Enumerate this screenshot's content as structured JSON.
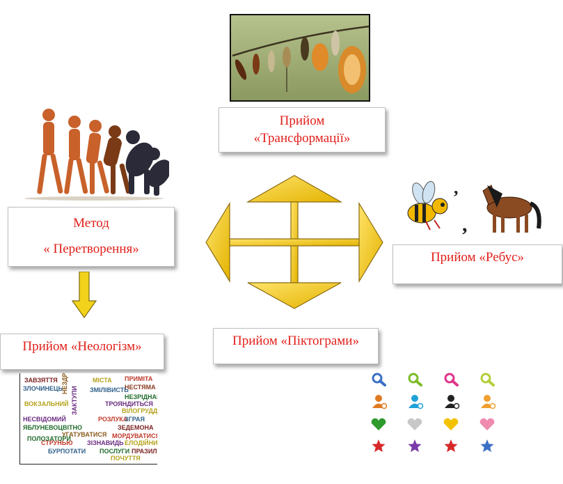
{
  "nodes": {
    "transformation": {
      "line1": "Прийом",
      "line2": "«Трансформації»"
    },
    "conversion": {
      "line1": "Метод",
      "line2": "« Перетворення»"
    },
    "rebus": {
      "label": "Прийом «Ребус»"
    },
    "neologism": {
      "label": "Прийом «Неологізм»"
    },
    "pictogram": {
      "label": "Прийом «Піктограми»"
    }
  },
  "word_cloud": [
    {
      "text": "ЗАВЗЯТТЯ",
      "color": "#7a1f1f"
    },
    {
      "text": "ЗЛОЧИНЕЦЬ",
      "color": "#2f5f8a"
    },
    {
      "text": "ВОКЗАЛЬНИЙ",
      "color": "#b5a21a"
    },
    {
      "text": "НЕСВІДОМИЙ",
      "color": "#6a2a80"
    },
    {
      "text": "ЯБЛУНЕВОЦВІТНО",
      "color": "#1f6b2a"
    },
    {
      "text": "РОЗЛУКА",
      "color": "#c0392b"
    },
    {
      "text": "НЕЗДРУЖНИЙ",
      "color": "#8a5a1a"
    },
    {
      "text": "МІСТА",
      "color": "#b5a21a"
    },
    {
      "text": "ПРИМІТА",
      "color": "#c0392b"
    },
    {
      "text": "НЕСТЯМА",
      "color": "#8a3a1f"
    },
    {
      "text": "ЗМІЛІВИСТЬ",
      "color": "#2f5f8a"
    },
    {
      "text": "НЕЗРІДНАНІ",
      "color": "#1f6b2a"
    },
    {
      "text": "ТРОЯНДИТЬСЯ",
      "color": "#6a2a80"
    },
    {
      "text": "ВІЛОГРУДДЯ",
      "color": "#b5a21a"
    },
    {
      "text": "ЗЕДЕМОНА",
      "color": "#7a1f1f"
    },
    {
      "text": "МОРДУВАТИСЯ",
      "color": "#c0392b"
    },
    {
      "text": "ЗГРАЯ",
      "color": "#2f5f8a"
    },
    {
      "text": "ЗІЗНАВИДЬ",
      "color": "#6a2a80"
    },
    {
      "text": "ПОСЛУГИ",
      "color": "#1f6b2a"
    },
    {
      "text": "ПОЧУТТЯ",
      "color": "#b5a21a"
    },
    {
      "text": "ПРАЗИЛЬ",
      "color": "#7a1f1f"
    },
    {
      "text": "СТРУНЬЮ",
      "color": "#c0392b"
    },
    {
      "text": "БУРПОТАТИ",
      "color": "#2f5f8a"
    },
    {
      "text": "УГАТУВАТИСЯ",
      "color": "#8a5a1a"
    },
    {
      "text": "ЗАКТУПИ",
      "color": "#6a2a80"
    },
    {
      "text": "ПОЛОЗАТОРИ",
      "color": "#1f6b2a"
    },
    {
      "text": "ЕЛОДІЙНИЙ",
      "color": "#b5a21a"
    }
  ],
  "icon_colors": [
    "#3b6fc4",
    "#7dbb2a",
    "#e0338a",
    "#b3cf3a",
    "#e07a20",
    "#1fa3d6",
    "#222222",
    "#f0a030",
    "#2e9a2e",
    "#c8c8c8",
    "#f2c200",
    "#f08bb0",
    "#d62828",
    "#7a3aa8",
    "#d62828",
    "#3b6fc4"
  ]
}
